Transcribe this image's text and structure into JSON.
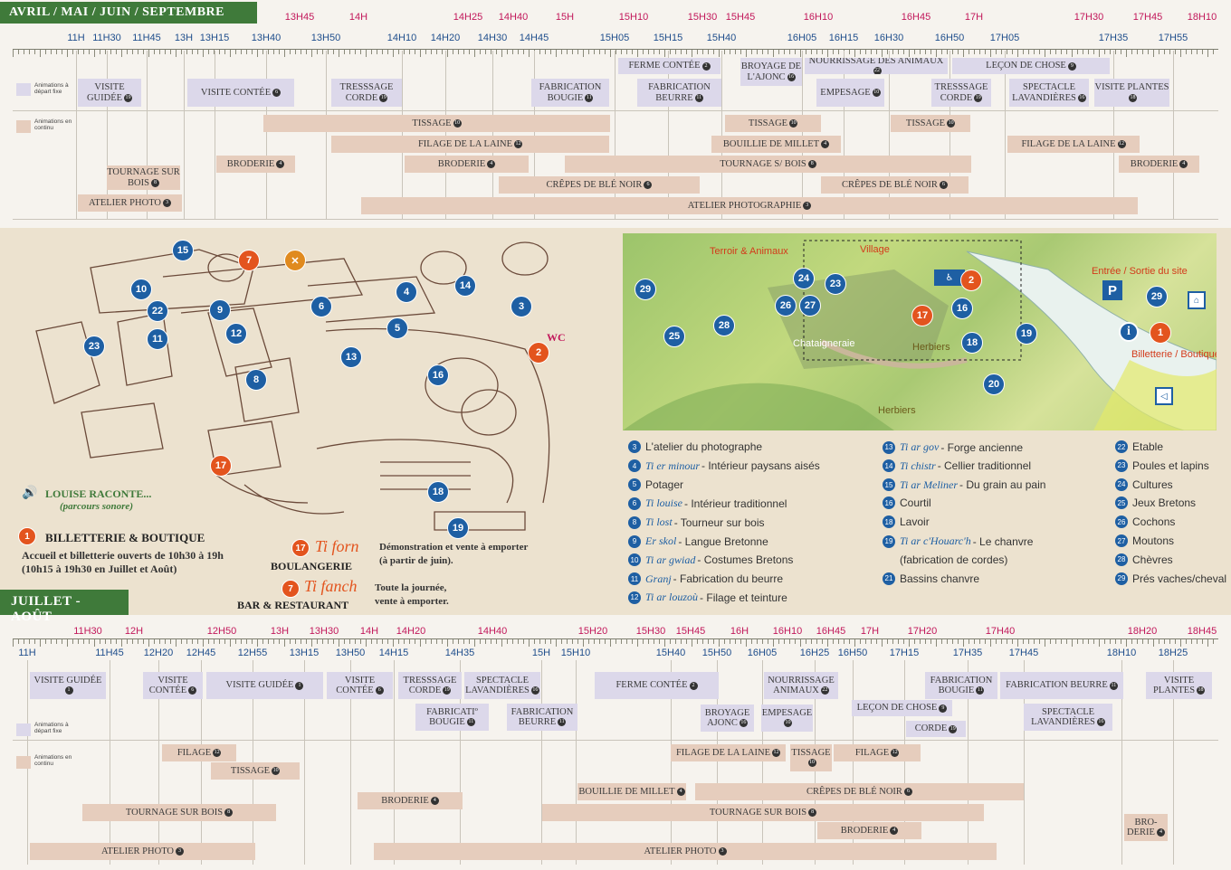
{
  "season1": {
    "title": "AVRIL / MAI / JUIN / SEPTEMBRE",
    "top_times": [
      "13H45",
      "14H",
      "14H25",
      "14H40",
      "15H",
      "15H10",
      "15H30",
      "15H45",
      "16H10",
      "16H45",
      "17H",
      "17H30",
      "17H45",
      "18H10"
    ],
    "bottom_times": [
      "11H",
      "11H30",
      "11H45",
      "13H",
      "13H15",
      "13H40",
      "13H50",
      "14H10",
      "14H20",
      "14H30",
      "14H45",
      "15H05",
      "15H15",
      "15H40",
      "16H05",
      "16H15",
      "16H30",
      "16H50",
      "17H05",
      "17H35",
      "17H55"
    ],
    "legend_fixed": "Animations à départ fixe",
    "legend_cont": "Animations en continu",
    "fixed": [
      {
        "label": "Visite guidée",
        "n": "19"
      },
      {
        "label": "Visite contée",
        "n": "6"
      },
      {
        "label": "Tresssage corde",
        "n": "19"
      },
      {
        "label": "Fabrication bougie",
        "n": "11"
      },
      {
        "label": "Ferme contée",
        "n": "2"
      },
      {
        "label": "Fabrication beurre",
        "n": "11"
      },
      {
        "label": "Broyage de l'ajonc",
        "n": "16"
      },
      {
        "label": "Nourrissage des animaux",
        "n": "22"
      },
      {
        "label": "Empesage",
        "n": "10"
      },
      {
        "label": "Leçon de chose",
        "n": "9"
      },
      {
        "label": "Tresssage corde",
        "n": "19"
      },
      {
        "label": "Spectacle lavandières",
        "n": "16"
      },
      {
        "label": "Visite plantes",
        "n": "18"
      }
    ],
    "cont": [
      {
        "label": "Tissage",
        "n": "10"
      },
      {
        "label": "Tissage",
        "n": "10"
      },
      {
        "label": "Tissage",
        "n": "10"
      },
      {
        "label": "Filage de la laine",
        "n": "12"
      },
      {
        "label": "Bouillie de millet",
        "n": "4"
      },
      {
        "label": "Filage de la laine",
        "n": "12"
      },
      {
        "label": "Tournage sur bois",
        "n": "8"
      },
      {
        "label": "Broderie",
        "n": "4"
      },
      {
        "label": "Broderie",
        "n": "4"
      },
      {
        "label": "Tournage s/ bois",
        "n": "8"
      },
      {
        "label": "Broderie",
        "n": "4"
      },
      {
        "label": "Crêpes de blé noir",
        "n": "6"
      },
      {
        "label": "Crêpes de blé noir",
        "n": "6"
      },
      {
        "label": "Atelier photo",
        "n": "3"
      },
      {
        "label": "Atelier photographie",
        "n": "3"
      }
    ]
  },
  "season2": {
    "title": "JUILLET - AOÛT",
    "top_times": [
      "11H30",
      "12H",
      "12H50",
      "13H",
      "13H30",
      "14H",
      "14H20",
      "14H40",
      "15H20",
      "15H30",
      "15H45",
      "16H",
      "16H10",
      "16H45",
      "17H",
      "17H20",
      "17H40",
      "18H20",
      "18H45"
    ],
    "bottom_times": [
      "11H",
      "11H45",
      "12H20",
      "12H45",
      "12H55",
      "13H15",
      "13H50",
      "14H15",
      "14H35",
      "15H",
      "15H10",
      "15H40",
      "15H50",
      "16H05",
      "16H25",
      "16H50",
      "17H15",
      "17H35",
      "17H45",
      "18H10",
      "18H25"
    ],
    "legend_fixed": "Animations à départ fixe",
    "legend_cont": "Animations en continu",
    "fixed": [
      {
        "label": "Visite guidée",
        "n": "1"
      },
      {
        "label": "Visite contée",
        "n": "6"
      },
      {
        "label": "Visite guidée",
        "n": "1"
      },
      {
        "label": "Visite contée",
        "n": "6"
      },
      {
        "label": "Tresssage corde",
        "n": "19"
      },
      {
        "label": "Spectacle lavandières",
        "n": "16"
      },
      {
        "label": "Fabricatiº bougie",
        "n": "11"
      },
      {
        "label": "Fabrication beurre",
        "n": "11"
      },
      {
        "label": "Ferme contée",
        "n": "2"
      },
      {
        "label": "Broyage ajonc",
        "n": "16"
      },
      {
        "label": "Nourrissage animaux",
        "n": "22"
      },
      {
        "label": "Empesage",
        "n": "10"
      },
      {
        "label": "Fabrication bougie",
        "n": "11"
      },
      {
        "label": "Leçon de chose",
        "n": "9"
      },
      {
        "label": "Corde",
        "n": "19"
      },
      {
        "label": "Fabrication beurre",
        "n": "11"
      },
      {
        "label": "Spectacle lavandières",
        "n": "16"
      },
      {
        "label": "Visite plantes",
        "n": "18"
      }
    ],
    "cont": [
      {
        "label": "Filage",
        "n": "12"
      },
      {
        "label": "Tissage",
        "n": "10"
      },
      {
        "label": "Filage de la laine",
        "n": "12"
      },
      {
        "label": "Tissage",
        "n": "10"
      },
      {
        "label": "Filage",
        "n": "12"
      },
      {
        "label": "Broderie",
        "n": "4"
      },
      {
        "label": "Bouillie de millet",
        "n": "4"
      },
      {
        "label": "Crêpes de blé noir",
        "n": "6"
      },
      {
        "label": "Tournage sur bois",
        "n": "8"
      },
      {
        "label": "Tournage sur bois",
        "n": "8"
      },
      {
        "label": "Broderie",
        "n": "4"
      },
      {
        "label": "Bro-derie",
        "n": "4"
      },
      {
        "label": "Atelier photo",
        "n": "3"
      },
      {
        "label": "Atelier photo",
        "n": "3"
      }
    ]
  },
  "map": {
    "louise_title": "LOUISE RACONTE...",
    "louise_sub": "(parcours sonore)",
    "billetterie_title": "BILLETTERIE & BOUTIQUE",
    "billetterie_line1": "Accueil et billetterie ouverts de 10h30 à 19h",
    "billetterie_line2": "(10h15 à 19h30 en Juillet et Août)",
    "tiforn_name": "Ti forn",
    "tiforn_type": "BOULANGERIE",
    "tiforn_desc1": "Démonstration et vente à emporter",
    "tiforn_desc2": "(à partir de juin).",
    "tifanch_name": "Ti fanch",
    "tifanch_type": "BAR & RESTAURANT",
    "tifanch_desc1": "Toute la journée,",
    "tifanch_desc2": "vente à emporter.",
    "wc": "WC"
  },
  "aerial": {
    "terroir": "Terroir & Animaux",
    "village": "Village",
    "entree": "Entrée / Sortie du site",
    "billetterie": "Billetterie / Boutique",
    "chataigneraie": "Chataigneraie",
    "herbiers1": "Herbiers",
    "herbiers2": "Herbiers"
  },
  "legend": {
    "col1": [
      {
        "n": "3",
        "plain": "L'atelier du photographe"
      },
      {
        "n": "4",
        "ti": "Ti er minour",
        "plain": "- Intérieur paysans aisés"
      },
      {
        "n": "5",
        "plain": "Potager"
      },
      {
        "n": "6",
        "ti": "Ti louise",
        "plain": "- Intérieur traditionnel"
      },
      {
        "n": "8",
        "ti": "Ti lost",
        "plain": "- Tourneur sur bois"
      },
      {
        "n": "9",
        "ti": "Er skol",
        "plain": "- Langue Bretonne"
      },
      {
        "n": "10",
        "ti": "Ti ar gwiad",
        "plain": "- Costumes Bretons"
      },
      {
        "n": "11",
        "ti": "Granj",
        "plain": "- Fabrication du beurre"
      },
      {
        "n": "12",
        "ti": "Ti ar louzoù",
        "plain": "- Filage et teinture"
      }
    ],
    "col2": [
      {
        "n": "13",
        "ti": "Ti ar gov",
        "plain": "- Forge ancienne"
      },
      {
        "n": "14",
        "ti": "Ti chistr",
        "plain": "- Cellier traditionnel"
      },
      {
        "n": "15",
        "ti": "Ti ar Meliner",
        "plain": "- Du grain au pain"
      },
      {
        "n": "16",
        "plain": "Courtil"
      },
      {
        "n": "18",
        "plain": "Lavoir"
      },
      {
        "n": "19",
        "ti": "Ti ar c'Houarc'h",
        "plain": "- Le chanvre"
      },
      {
        "n": "",
        "plain": "(fabrication de cordes)"
      },
      {
        "n": "21",
        "plain": "Bassins chanvre"
      }
    ],
    "col3": [
      {
        "n": "22",
        "plain": "Etable"
      },
      {
        "n": "23",
        "plain": "Poules et lapins"
      },
      {
        "n": "24",
        "plain": "Cultures"
      },
      {
        "n": "25",
        "plain": "Jeux Bretons"
      },
      {
        "n": "26",
        "plain": "Cochons"
      },
      {
        "n": "27",
        "plain": "Moutons"
      },
      {
        "n": "28",
        "plain": "Chèvres"
      },
      {
        "n": "29",
        "plain": "Prés vaches/cheval"
      }
    ]
  },
  "colors": {
    "fixed": "#dcd8ea",
    "cont": "#e6cdbd",
    "banner": "#3f7a3a",
    "pink": "#c2185b",
    "blue": "#1f4e8c",
    "pin_blue": "#1e5fa3",
    "pin_orange": "#e3541e"
  }
}
